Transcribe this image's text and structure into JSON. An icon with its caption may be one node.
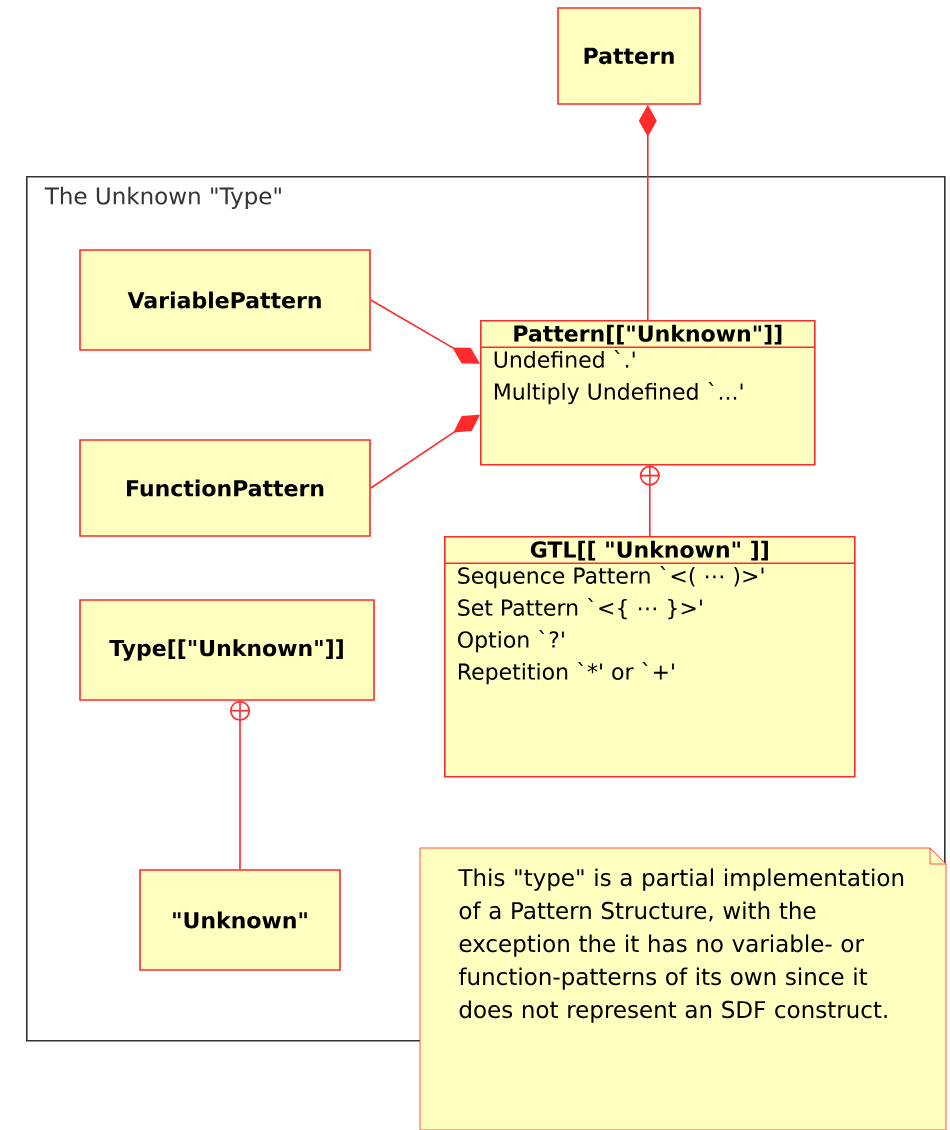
{
  "diagram": {
    "nodes": [
      {
        "text": [
          "Pattern"
        ]
      },
      {
        "text": [
          "The Unknown \"Type\""
        ]
      },
      {
        "text": [
          "VariablePattern"
        ],
        "in": 1
      },
      {
        "text": [
          "Pattern[[\"Unknown\"]]",
          "Undefined `.'",
          "Multiply Undefined `...'"
        ],
        "in": 1
      },
      {
        "text": [
          "FunctionPattern"
        ],
        "in": 1
      },
      {
        "text": [
          "GTL[[ \"Unknown\" ]]",
          "Sequence Pattern `<( ⋯ )>'",
          "Set Pattern `<{ ⋯ }>'",
          "Option `?'",
          "Repetition `*' or `+'"
        ],
        "in": 1
      },
      {
        "text": [
          "Type[[\"Unknown\"]]"
        ],
        "in": 1
      },
      {
        "text": [
          "\"Unknown\""
        ],
        "in": 1
      },
      {
        "text": [
          "This \"type\" is a partial implementation of a Pattern Structure, with the exception the it has no variable- or function-patterns of its own since it does not represent an SDF construct."
        ]
      }
    ],
    "edges": [
      {
        "from": 3,
        "to": 0,
        "arrow": "other"
      },
      {
        "from": 2,
        "to": 3,
        "arrow": "other"
      },
      {
        "from": 4,
        "to": 3,
        "arrow": "other"
      },
      {
        "from": 5,
        "to": 3,
        "arrow": "other"
      },
      {
        "from": 7,
        "to": 6,
        "arrow": "other"
      }
    ]
  }
}
